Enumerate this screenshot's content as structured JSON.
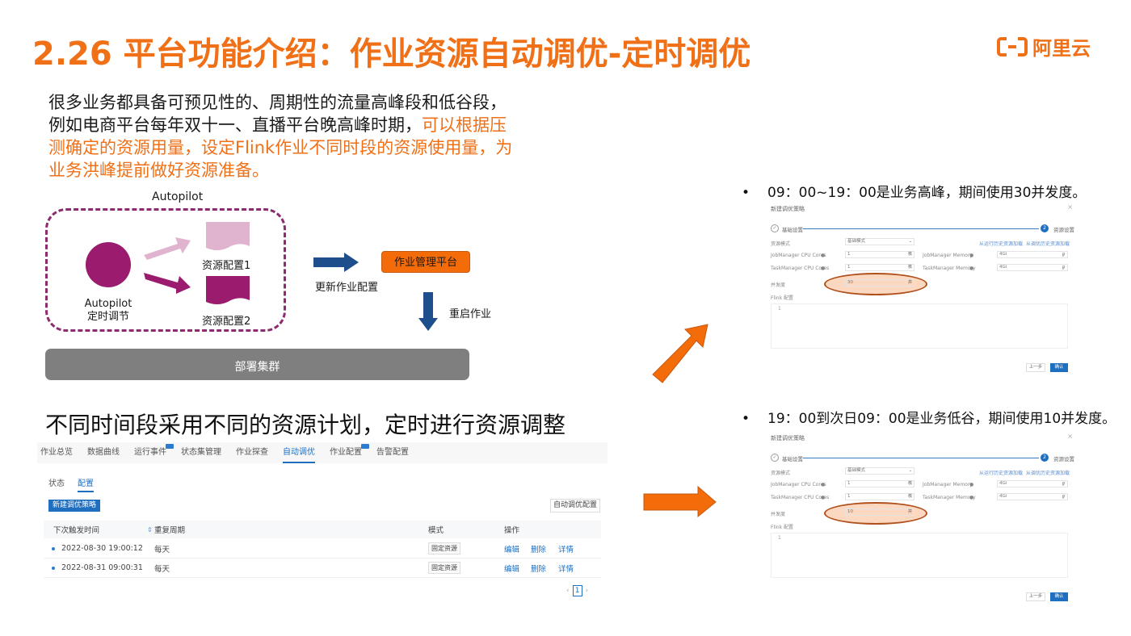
{
  "title": "2.26 平台功能介绍：作业资源自动调优-定时调优",
  "logo": {
    "icon": "aliyun-bracket-icon",
    "text": "阿里云",
    "color": "#f07017"
  },
  "intro": {
    "line1": "很多业务都具备可预见性的、周期性的流量高峰段和低谷段，",
    "line2_plain": "例如电商平台每年双十一、直播平台晚高峰时期，",
    "line2_highlight": "可以根据压",
    "line3_highlight": "测确定的资源用量，设定Flink作业不同时段的资源使用量，为",
    "line4_highlight": "业务洪峰提前做好资源准备。",
    "highlight_color": "#f07017"
  },
  "diagram": {
    "autopilot_label": "Autopilot",
    "circle_label_line1": "Autopilot",
    "circle_label_line2": "定时调节",
    "config1": "资源配置1",
    "config2": "资源配置2",
    "update_label": "更新作业配置",
    "platform": "作业管理平台",
    "restart_label": "重启作业",
    "cluster": "部署集群",
    "colors": {
      "purple": "#9b1c6f",
      "light_pink": "#e0b4cf",
      "navy": "#1f4e8c",
      "orange": "#f46b0a",
      "gray": "#7f7f7f"
    }
  },
  "subhead": "不同时间段采用不同的资源计划，定时进行资源调整",
  "panel": {
    "tabs": [
      {
        "label": "作业总览",
        "active": false,
        "badge": false
      },
      {
        "label": "数据曲线",
        "active": false,
        "badge": false
      },
      {
        "label": "运行事件",
        "active": false,
        "badge": true
      },
      {
        "label": "状态集管理",
        "active": false,
        "badge": false
      },
      {
        "label": "作业探查",
        "active": false,
        "badge": false
      },
      {
        "label": "自动调优",
        "active": true,
        "badge": false
      },
      {
        "label": "作业配置",
        "active": false,
        "badge": true
      },
      {
        "label": "告警配置",
        "active": false,
        "badge": false
      }
    ],
    "subtabs": [
      {
        "label": "状态",
        "active": false
      },
      {
        "label": "配置",
        "active": true
      }
    ],
    "new_button": "新建调优策略",
    "auto_config_button": "自动调优配置",
    "columns": {
      "next_trigger": "下次触发时间",
      "repeat": "重复周期",
      "mode": "模式",
      "ops": "操作"
    },
    "rows": [
      {
        "time": "2022-08-30 19:00:12",
        "repeat": "每天",
        "mode": "固定资源",
        "edit": "编辑",
        "delete": "删除",
        "detail": "详情"
      },
      {
        "time": "2022-08-31 09:00:31",
        "repeat": "每天",
        "mode": "固定资源",
        "edit": "编辑",
        "delete": "删除",
        "detail": "详情"
      }
    ],
    "pager": {
      "prev": "‹",
      "page": "1",
      "next": "›"
    }
  },
  "notes": [
    {
      "bullet": "•",
      "text": "09：00~19：00是业务高峰，期间使用30并发度。"
    },
    {
      "bullet": "•",
      "text": "19：00到次日09：00是业务低谷，期间使用10并发度。"
    }
  ],
  "dialogs": [
    {
      "title": "新建调优策略",
      "close": "×",
      "step1": "基础设置",
      "step2_num": "2",
      "step2": "资源设置",
      "resource_mode_label": "资源模式",
      "resource_mode_value": "基础模式",
      "link_run_history": "从运行历史资源加载",
      "link_tune_history": "从调优历史资源加载",
      "jm_cpu_label": "JobManager CPU Cores",
      "jm_cpu_value": "1",
      "tm_cpu_label": "TaskManager CPU Cores",
      "tm_cpu_value": "1",
      "cpu_unit": "核",
      "jm_mem_label": "JobManager Memory",
      "jm_mem_value": "4Gi",
      "tm_mem_label": "TaskManager Memory",
      "tm_mem_value": "4Gi",
      "parallelism_label": "并发度",
      "parallelism_value": "30",
      "parallelism_unit": "并",
      "flink_config_label": "Flink 配置",
      "editor_line": "1",
      "prev_button": "上一步",
      "ok_button": "确认"
    },
    {
      "title": "新建调优策略",
      "close": "×",
      "step1": "基础设置",
      "step2_num": "2",
      "step2": "资源设置",
      "resource_mode_label": "资源模式",
      "resource_mode_value": "基础模式",
      "link_run_history": "从运行历史资源加载",
      "link_tune_history": "从调优历史资源加载",
      "jm_cpu_label": "JobManager CPU Cores",
      "jm_cpu_value": "1",
      "tm_cpu_label": "TaskManager CPU Cores",
      "tm_cpu_value": "1",
      "cpu_unit": "核",
      "jm_mem_label": "JobManager Memory",
      "jm_mem_value": "4Gi",
      "tm_mem_label": "TaskManager Memory",
      "tm_mem_value": "4Gi",
      "parallelism_label": "并发度",
      "parallelism_value": "10",
      "parallelism_unit": "并",
      "flink_config_label": "Flink 配置",
      "editor_line": "1",
      "prev_button": "上一步",
      "ok_button": "确认"
    }
  ]
}
